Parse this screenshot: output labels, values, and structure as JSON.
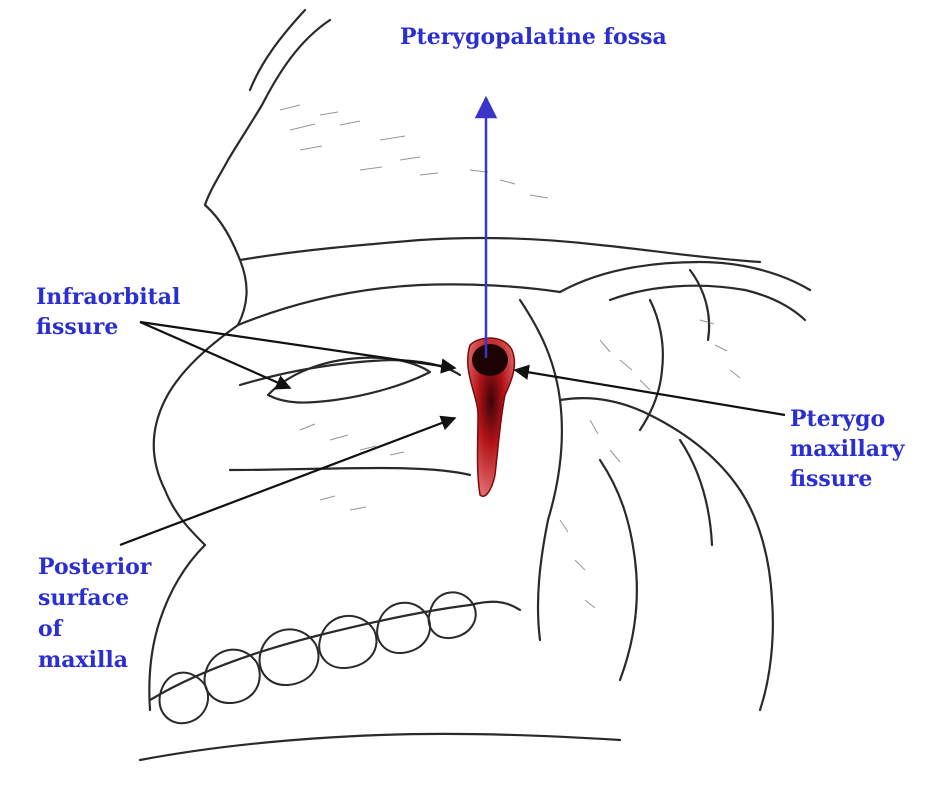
{
  "labels": {
    "pterygopalatine_fossa": "Pterygopalatine fossa",
    "infraorbital_fissure": [
      "Infraorbital",
      "fissure"
    ],
    "pterygomaxillary_fissure": [
      "Pterygo",
      "maxillary",
      "fissure"
    ],
    "posterior_surface": [
      "Posterior",
      "surface",
      "of",
      "maxilla"
    ]
  },
  "colors": {
    "label_text": "#2b2fd0",
    "fossa_arrow": "#3a35c8",
    "fossa_highlight": "#b31217",
    "bone_line": "#2a2a2a",
    "leader_line": "#111111"
  }
}
